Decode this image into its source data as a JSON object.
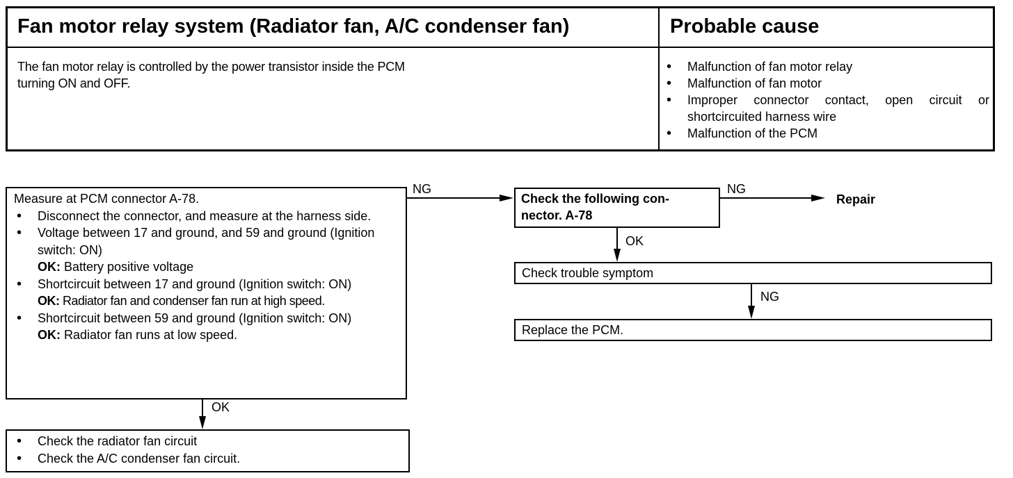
{
  "table": {
    "header_left": "Fan motor relay system (Radiator fan, A/C condenser fan)",
    "header_right": "Probable cause",
    "description_line1": "The fan motor relay is controlled by the power transistor inside the PCM",
    "description_line2": "turning ON and OFF.",
    "causes": [
      "Malfunction of fan motor relay",
      "Malfunction of fan motor",
      "Improper connector contact, open circuit or shortcircuited harness wire",
      "Malfunction of the PCM"
    ]
  },
  "flow": {
    "measure_box": {
      "title": "Measure at PCM connector A-78.",
      "steps": [
        {
          "text": "Disconnect the connector, and measure at the harness side.",
          "ok_label": "",
          "ok_text": ""
        },
        {
          "text": "Voltage between 17 and ground, and 59 and ground (Ignition switch: ON)",
          "ok_label": "OK:",
          "ok_text": "Battery positive voltage"
        },
        {
          "text": "Shortcircuit between 17 and ground (Ignition switch: ON)",
          "ok_label": "OK:",
          "ok_text": "Radiator fan and condenser fan run at high speed."
        },
        {
          "text": "Shortcircuit between 59 and ground (Ignition switch: ON)",
          "ok_label": "OK:",
          "ok_text": "Radiator fan runs at low speed."
        }
      ]
    },
    "check_circuit_box": {
      "items": [
        "Check the radiator fan circuit",
        "Check the A/C condenser fan circuit."
      ]
    },
    "connector_box": {
      "line1": "Check the following con-",
      "line2": "nector. A-78"
    },
    "symptom_box": "Check trouble symptom",
    "replace_box": "Replace the PCM.",
    "labels": {
      "ng1": "NG",
      "ng2": "NG",
      "ng3": "NG",
      "ok1": "OK",
      "ok2": "OK",
      "repair": "Repair"
    }
  }
}
